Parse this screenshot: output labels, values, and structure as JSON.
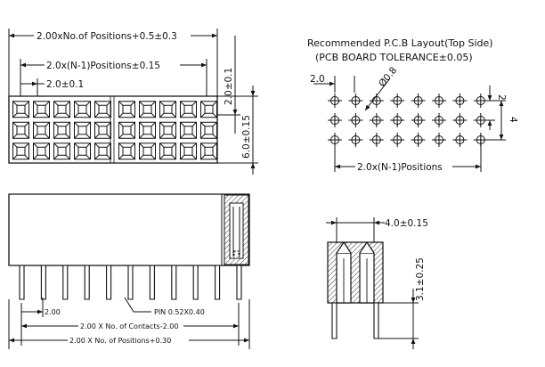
{
  "front_view": {
    "dim_total_width": "2.00xNo.of Positions+0.5±0.3",
    "dim_pitch_span": "2.0x(N-1)Positions±0.15",
    "dim_pitch": "2.0±0.1",
    "dim_row_pitch": "2.0±0.1",
    "dim_height": "6.0±0.15",
    "rows": 3,
    "columns": 10
  },
  "pcb_layout": {
    "title_line1": "Recommended P.C.B Layout(Top Side)",
    "title_line2": "(PCB BOARD TOLERANCE±0.05)",
    "dim_pitch": "2.0",
    "dim_hole": "Ø0.8",
    "dim_row_pitch_right": "2",
    "dim_span_right": "4",
    "dim_positions": "2.0x(N-1)Positions",
    "hole_rows": 3,
    "hole_columns": 8
  },
  "side_view": {
    "dim_pitch": "2.00",
    "pin_label": "PIN 0.52X0.40",
    "dim_contacts": "2.00 X No. of Contacts-2.00",
    "dim_positions": "2.00 X No. of Positions+0.30",
    "pin_count": 11
  },
  "end_view": {
    "dim_width": "4.0±0.15",
    "dim_pin_length": "3.1±0.25"
  }
}
